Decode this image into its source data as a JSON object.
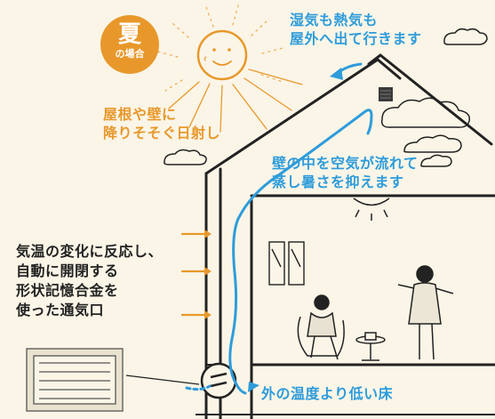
{
  "badge": {
    "main": "夏",
    "sub": "の場合"
  },
  "labels": {
    "top_right": [
      "湿気も熱気も",
      "屋外へ出て行きます"
    ],
    "sunlight": [
      "屋根や壁に",
      "降りそそぐ日射し"
    ],
    "wall_air": [
      "壁の中を空気が流れて",
      "蒸し暑さを抑えます"
    ],
    "vent": [
      "気温の変化に反応し、",
      "自動に開閉する",
      "形状記憶合金を",
      "使った通気口"
    ],
    "floor": "外の温度より低い床"
  },
  "colors": {
    "accent_orange": "#e8982b",
    "air_blue": "#2e9cdb",
    "ink": "#222222",
    "paper": "#fbf5e7"
  }
}
